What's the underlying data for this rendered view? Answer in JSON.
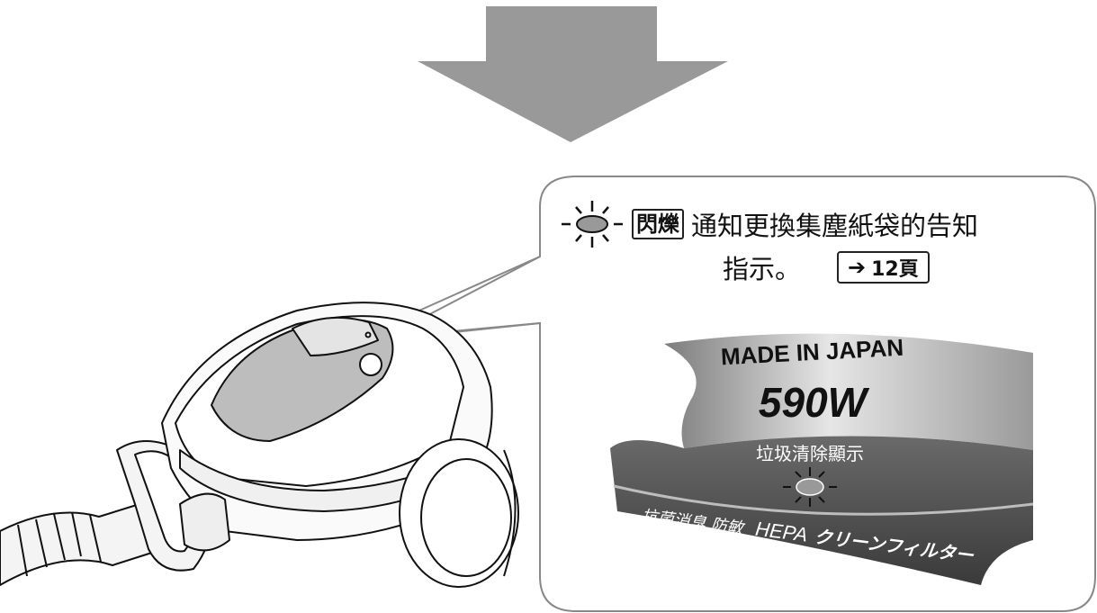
{
  "callout": {
    "status_badge": "閃爍",
    "message_line1": "通知更換集塵紙袋的告知",
    "message_line2": "指示。",
    "page_ref_arrow": "➔",
    "page_ref": "12頁"
  },
  "label_panel": {
    "made_in": "MADE IN JAPAN",
    "wattage": "590W",
    "indicator_label": "垃圾清除顯示",
    "filter_text_prefix": "抗菌消臭 防敏",
    "filter_text_hepa": "HEPA",
    "filter_text_suffix": "クリーンフィルター"
  },
  "colors": {
    "arrow_gray": "#999999",
    "panel_light": "#c8c8c8",
    "panel_dark": "#5a5a5a",
    "callout_border": "#888888"
  }
}
